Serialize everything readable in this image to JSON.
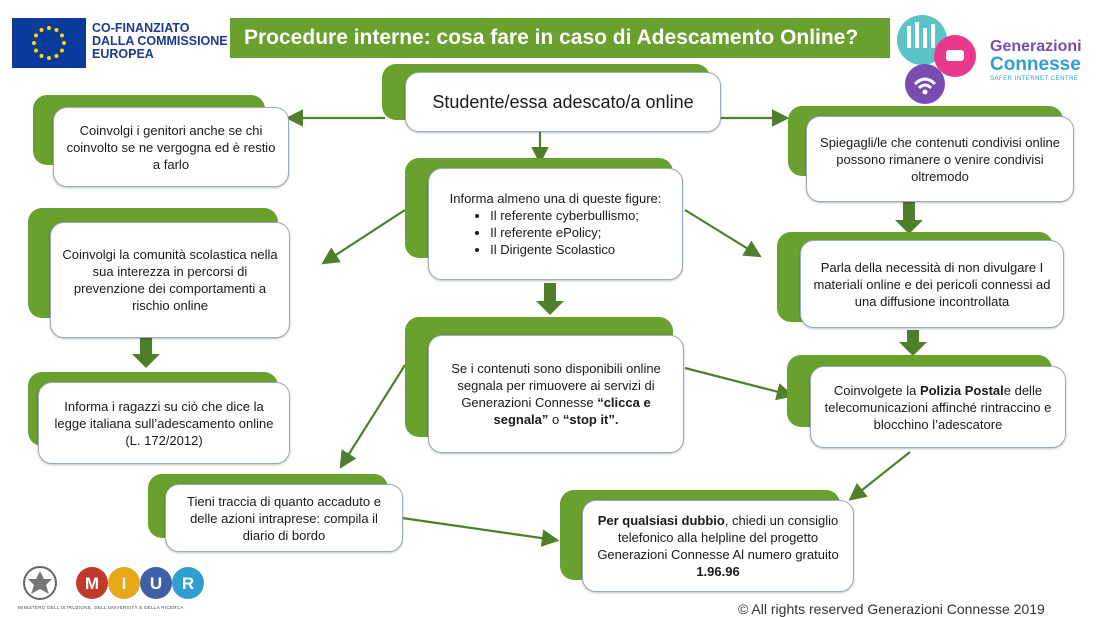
{
  "header": {
    "eu_text_lines": [
      "CO-FINANZIATO",
      "DALLA COMMISSIONE",
      "EUROPEA"
    ],
    "title": "Procedure interne: cosa fare in caso di Adescamento Online?",
    "gc_logo": [
      "Generazioni",
      "Connesse",
      "SAFER INTERNET CENTRE"
    ]
  },
  "boxes": {
    "main": "Studente/essa adescato/a online",
    "genitori": "Coinvolgi i genitori anche se chi coinvolto se ne vergogna ed è restio a farlo",
    "spiegagli": "Spiegagli/le che contenuti condivisi online possono rimanere o venire condivisi oltremodo",
    "informa_intro": "Informa almeno una di queste figure:",
    "informa_list": [
      "Il referente cyberbullismo;",
      "Il referente ePolicy;",
      "Il Dirigente Scolastico"
    ],
    "comunita": "Coinvolgi la comunità scolastica nella sua interezza in percorsi di prevenzione dei comportamenti a rischio online",
    "parla": "Parla della necessità di non divulgare I materiali online e dei pericoli connessi ad una diffusione incontrollata",
    "segnala_1": "Se i contenuti sono disponibili online segnala per rimuovere ai servizi di  Generazioni Connesse",
    "segnala_b1": "“clicca e segnala”",
    "segnala_2": "o",
    "segnala_b2": "“stop it”.",
    "polizia_1": "Coinvolgete la",
    "polizia_b": "Polizia Postal",
    "polizia_2": "e delle telecomunicazioni affinché rintraccino e blocchino l’adescatore",
    "ragazzi": "Informa i ragazzi su ciò che dice la legge italiana sull’adescamento online (L. 172/2012)",
    "traccia": "Tieni traccia di quanto accaduto e delle azioni intraprese: compila il diario di bordo",
    "dubbio_b1": "Per qualsiasi dubbio",
    "dubbio_1": ", chiedi un consiglio telefonico alla helpline  del progetto Generazioni Connesse Al numero gratuito",
    "dubbio_b2": "1.96.96"
  },
  "footer": {
    "miur_letters": [
      "M",
      "I",
      "U",
      "R"
    ],
    "miur_caption": "MINISTERO DELL'ISTRUZIONE, DELL'UNIVERSITÀ E DELLA RICERCA",
    "copyright": "© All rights reserved Generazioni Connesse  2019"
  },
  "colors": {
    "green": "#6aa02e",
    "arrow": "#4f7f2a",
    "eu_blue": "#0a3a9a",
    "eu_star": "#ffd700"
  }
}
